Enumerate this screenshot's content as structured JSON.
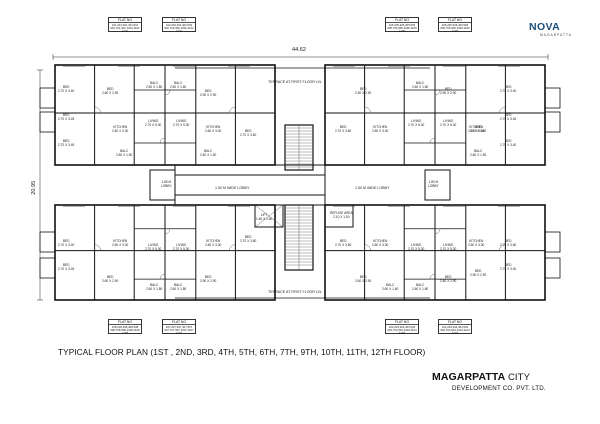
{
  "drawing": {
    "overall_width": "44.62",
    "overall_height": "20.95",
    "terrace_top": "TERRACE AT FIRST FLOOR LVL",
    "terrace_bottom": "TERRACE AT FIRST FLOOR LVL",
    "lobby_left": "1.50 M WIDE LOBBY",
    "lobby_right": "1.50 M WIDE LOBBY",
    "lobby_side_left": "1.80 M\nLOBBY",
    "lobby_side_right": "1.80 M\nLOBBY",
    "lift_label": "LIFT\n1.60 X 1.60",
    "refuge_label": "REFUGE AREA\n2.10 X 1.50",
    "title": "TYPICAL FLOOR PLAN (1ST , 2ND, 3RD, 4TH, 5TH, 6TH, 7TH, 9TH, 10TH, 11TH, 12TH FLOOR)"
  },
  "flat_boxes": [
    {
      "heading": "FLAT NO",
      "body": "101,201,301,401,501\n601,701,901,1001,1101\n1201"
    },
    {
      "heading": "FLAT NO",
      "body": "102,202,302,402,502\n602,702,902,1002,1102\n1202"
    },
    {
      "heading": "FLAT NO",
      "body": "105,205,305,405,505\n605,705,905,1005,1105\n1205"
    },
    {
      "heading": "FLAT NO",
      "body": "106,206,306,406,506\n606,706,906,1006,1106\n1206"
    },
    {
      "heading": "FLAT NO",
      "body": "108,208,308,408,508\n608,708,908,1008,1108\n1208"
    },
    {
      "heading": "FLAT NO",
      "body": "107,207,307,407,507\n607,707,907,1007,1107\n1207"
    },
    {
      "heading": "FLAT NO",
      "body": "103,203,303,403,503\n603,703,903,1003,1103\n1203"
    },
    {
      "heading": "FLAT NO",
      "body": "104,204,304,404,504\n604,704,904,1004,1104\n1204"
    }
  ],
  "room_labels": [
    {
      "name": "BED",
      "size": "2.70 X 3.40"
    },
    {
      "name": "BED",
      "size": "2.60 X 2.90"
    },
    {
      "name": "BALC",
      "size": "2.60 X 1.80"
    },
    {
      "name": "BALC",
      "size": "2.60 X 1.60"
    },
    {
      "name": "BED",
      "size": "2.90 X 2.90"
    },
    {
      "name": "BED",
      "size": "2.70 X 3.45"
    },
    {
      "name": "KITCHEN",
      "size": "2.60 X 3.30"
    },
    {
      "name": "LIVING",
      "size": "2.70 X 5.30"
    },
    {
      "name": "LIVING",
      "size": "2.70 X 5.30"
    },
    {
      "name": "KITCHEN",
      "size": "2.60 X 3.30"
    },
    {
      "name": "BED",
      "size": "2.70 X 3.60"
    },
    {
      "name": "BALC",
      "size": "2.60 X 1.50"
    },
    {
      "name": "BALC",
      "size": "2.60 X 1.50"
    },
    {
      "name": "BED",
      "size": "2.70 X 3.45"
    },
    {
      "name": "BED",
      "size": "2.70 X 3.60"
    },
    {
      "name": "BED",
      "size": "2.90 X 2.90"
    },
    {
      "name": "BALC",
      "size": "2.60 X 1.80"
    },
    {
      "name": "BED",
      "size": "2.90 X 2.90"
    },
    {
      "name": "BED",
      "size": "2.70 X 3.40"
    },
    {
      "name": "BED",
      "size": "2.70 X 3.60"
    },
    {
      "name": "KITCHEN",
      "size": "2.60 X 3.30"
    },
    {
      "name": "LIVING",
      "size": "2.70 X 5.30"
    },
    {
      "name": "LIVING",
      "size": "2.70 X 5.30"
    },
    {
      "name": "KITCHEN",
      "size": "2.60 X 3.30"
    },
    {
      "name": "BED",
      "size": "2.70 X 3.45"
    },
    {
      "name": "BALC",
      "size": "2.60 X 1.50"
    },
    {
      "name": "BED",
      "size": "2.70 X 3.40"
    },
    {
      "name": "BED",
      "size": "2.70 X 3.40"
    },
    {
      "name": "KITCHEN",
      "size": "2.60 X 3.30"
    },
    {
      "name": "LIVING",
      "size": "2.70 X 5.30"
    },
    {
      "name": "LIVING",
      "size": "2.70 X 5.30"
    },
    {
      "name": "KITCHEN",
      "size": "2.60 X 3.30"
    },
    {
      "name": "BED",
      "size": "2.70 X 3.60"
    },
    {
      "name": "BED",
      "size": "2.90 X 2.90"
    },
    {
      "name": "BED",
      "size": "2.60 X 2.90"
    },
    {
      "name": "BALC",
      "size": "2.60 X 1.80"
    },
    {
      "name": "BALC",
      "size": "2.60 X 1.80"
    },
    {
      "name": "BED",
      "size": "2.60 X 2.90"
    },
    {
      "name": "BED",
      "size": "2.70 X 3.45"
    },
    {
      "name": "BED",
      "size": "2.70 X 3.60"
    },
    {
      "name": "KITCHEN",
      "size": "2.60 X 3.30"
    },
    {
      "name": "LIVING",
      "size": "2.70 X 5.30"
    },
    {
      "name": "LIVING",
      "size": "2.70 X 5.30"
    },
    {
      "name": "KITCHEN",
      "size": "2.60 X 3.30"
    },
    {
      "name": "BED",
      "size": "2.70 X 3.60"
    },
    {
      "name": "BED",
      "size": "2.60 X 2.90"
    },
    {
      "name": "BALC",
      "size": "2.60 X 1.80"
    },
    {
      "name": "BALC",
      "size": "2.60 X 1.60"
    },
    {
      "name": "BED",
      "size": "2.90 X 2.90"
    },
    {
      "name": "BED",
      "size": "2.70 X 3.40"
    }
  ],
  "branding": {
    "nova": "NOVA",
    "nova_sub": "MAGARPATTA",
    "company": "MAGARPATTA",
    "company_city": "CITY",
    "company_sub": "DEVELOPMENT CO. PVT. LTD.",
    "accent": "#1d4d7a"
  }
}
